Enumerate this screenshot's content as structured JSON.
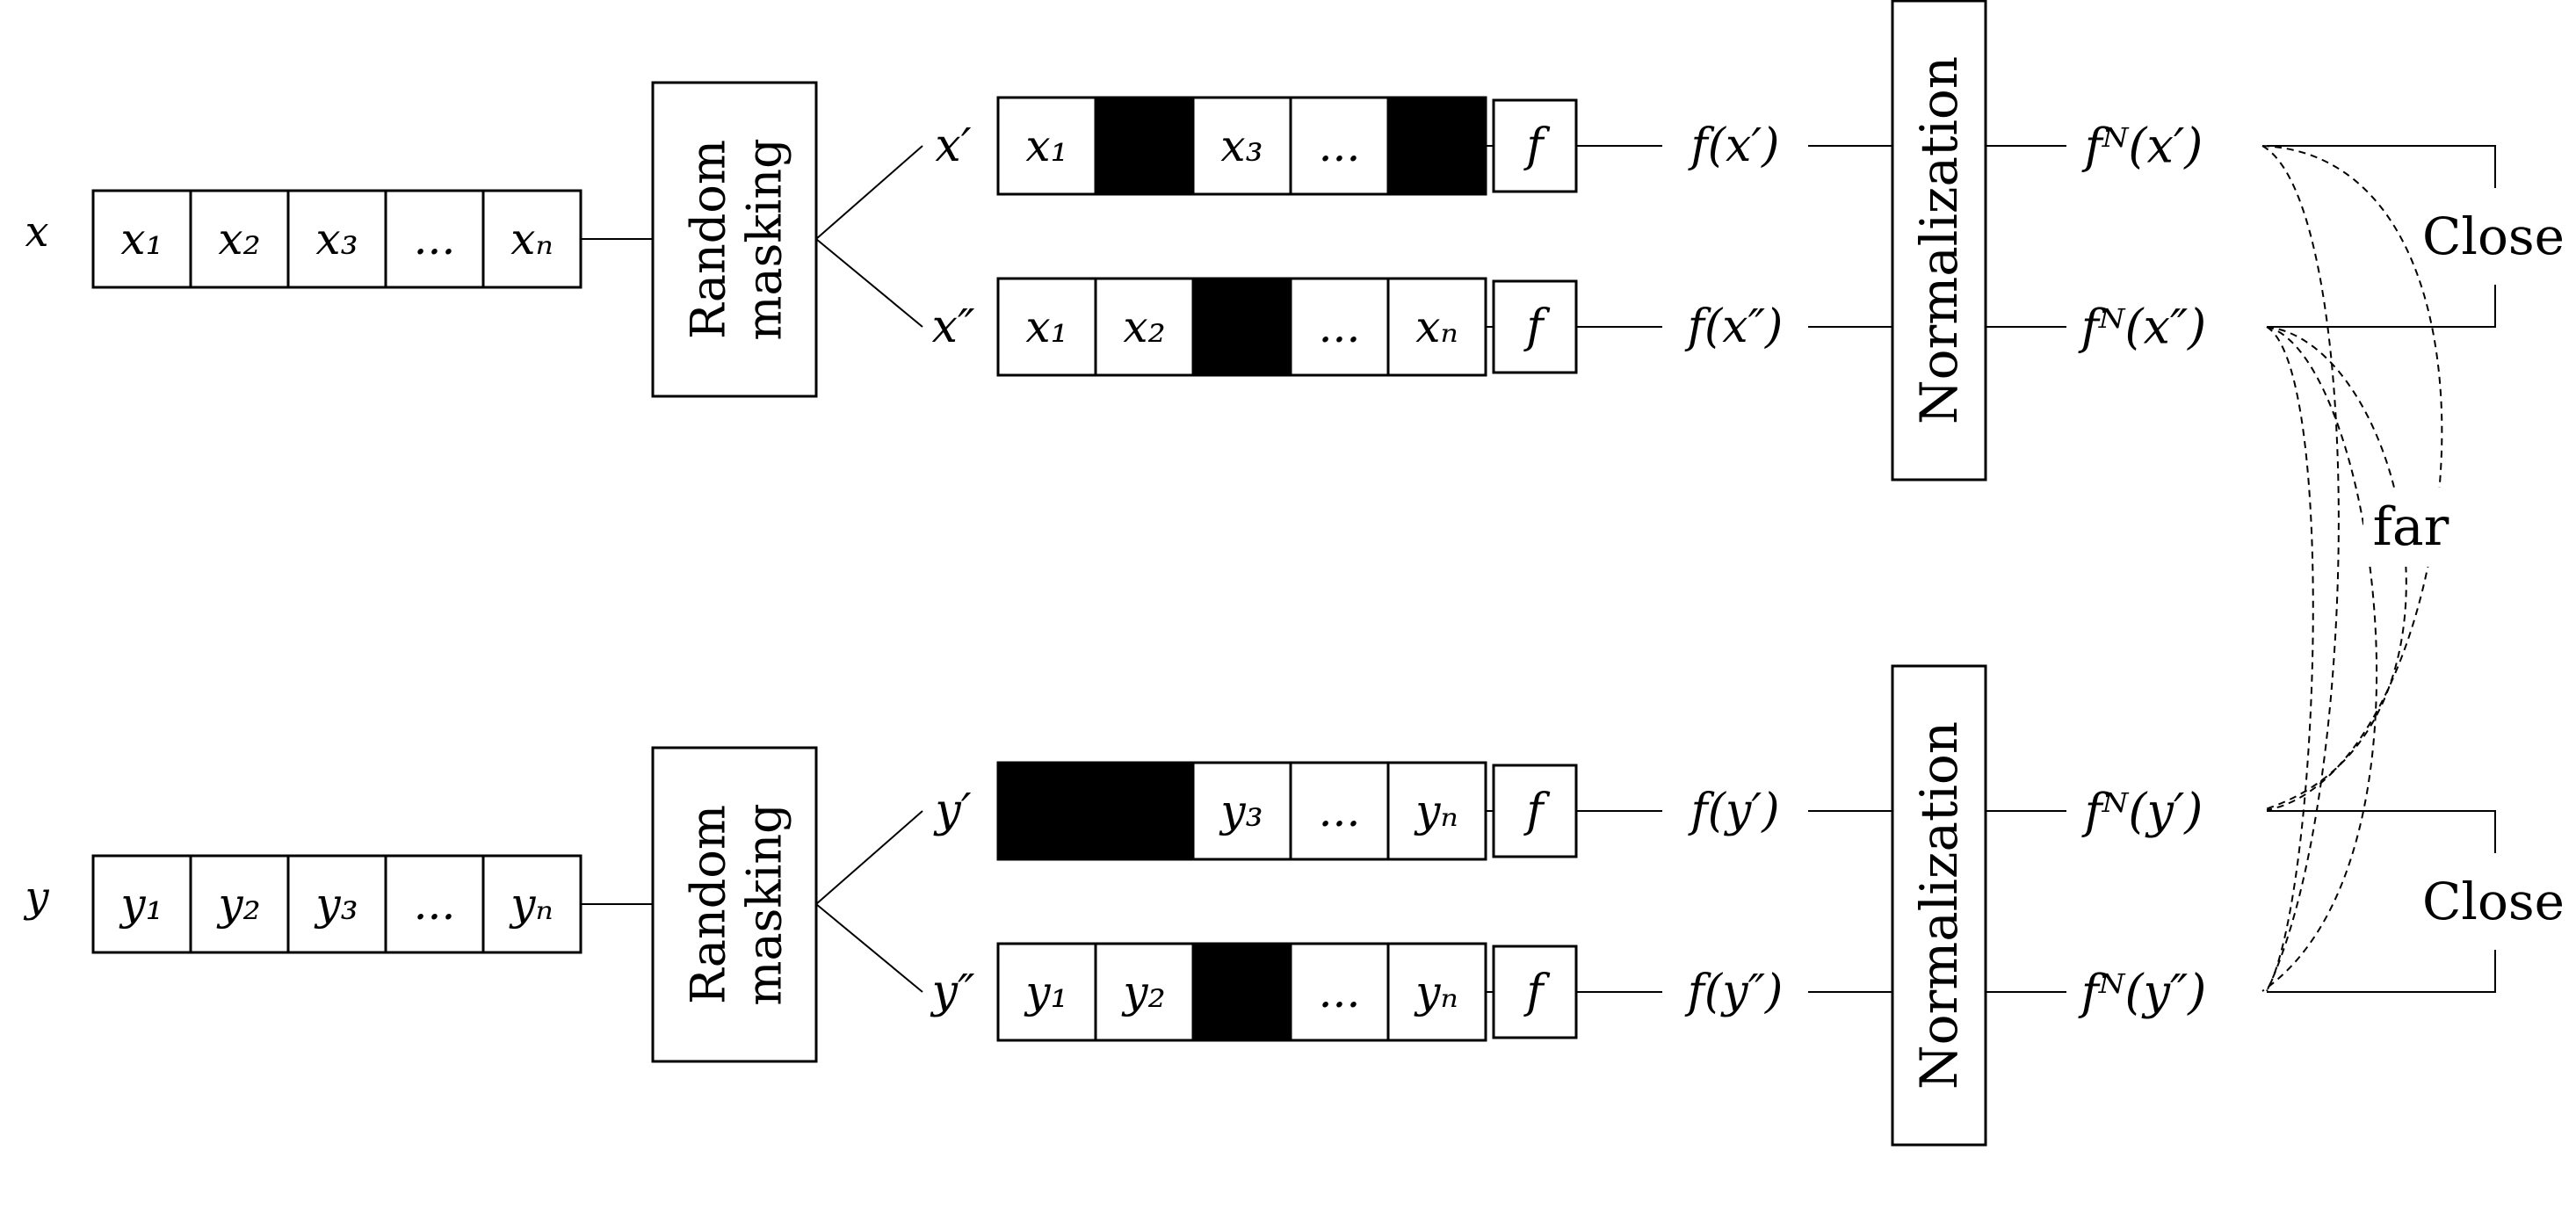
{
  "rows": [
    {
      "id": "x",
      "input_label": "x",
      "input_cells": [
        "x₁",
        "x₂",
        "x₃",
        "...",
        "xₙ"
      ],
      "masking_label": [
        "Random",
        "masking"
      ],
      "views": [
        {
          "label": "x′",
          "cells": [
            {
              "text": "x₁",
              "masked": false
            },
            {
              "text": "",
              "masked": true
            },
            {
              "text": "x₃",
              "masked": false
            },
            {
              "text": "...",
              "masked": false
            },
            {
              "text": "",
              "masked": true
            }
          ],
          "f_label": "f",
          "fout": "f(x′)",
          "norm_out": "fᴺ(x′)"
        },
        {
          "label": "x″",
          "cells": [
            {
              "text": "x₁",
              "masked": false
            },
            {
              "text": "x₂",
              "masked": false
            },
            {
              "text": "",
              "masked": true
            },
            {
              "text": "...",
              "masked": false
            },
            {
              "text": "xₙ",
              "masked": false
            }
          ],
          "f_label": "f",
          "fout": "f(x″)",
          "norm_out": "fᴺ(x″)"
        }
      ],
      "normalization_label": "Normalization"
    },
    {
      "id": "y",
      "input_label": "y",
      "input_cells": [
        "y₁",
        "y₂",
        "y₃",
        "...",
        "yₙ"
      ],
      "masking_label": [
        "Random",
        "masking"
      ],
      "views": [
        {
          "label": "y′",
          "cells": [
            {
              "text": "",
              "masked": true
            },
            {
              "text": "",
              "masked": true
            },
            {
              "text": "y₃",
              "masked": false
            },
            {
              "text": "...",
              "masked": false
            },
            {
              "text": "yₙ",
              "masked": false
            }
          ],
          "f_label": "f",
          "fout": "f(y′)",
          "norm_out": "fᴺ(y′)"
        },
        {
          "label": "y″",
          "cells": [
            {
              "text": "y₁",
              "masked": false
            },
            {
              "text": "y₂",
              "masked": false
            },
            {
              "text": "",
              "masked": true
            },
            {
              "text": "...",
              "masked": false
            },
            {
              "text": "yₙ",
              "masked": false
            }
          ],
          "f_label": "f",
          "fout": "f(y″)",
          "norm_out": "fᴺ(y″)"
        }
      ],
      "normalization_label": "Normalization"
    }
  ],
  "close_label": "Close",
  "far_label": "far"
}
